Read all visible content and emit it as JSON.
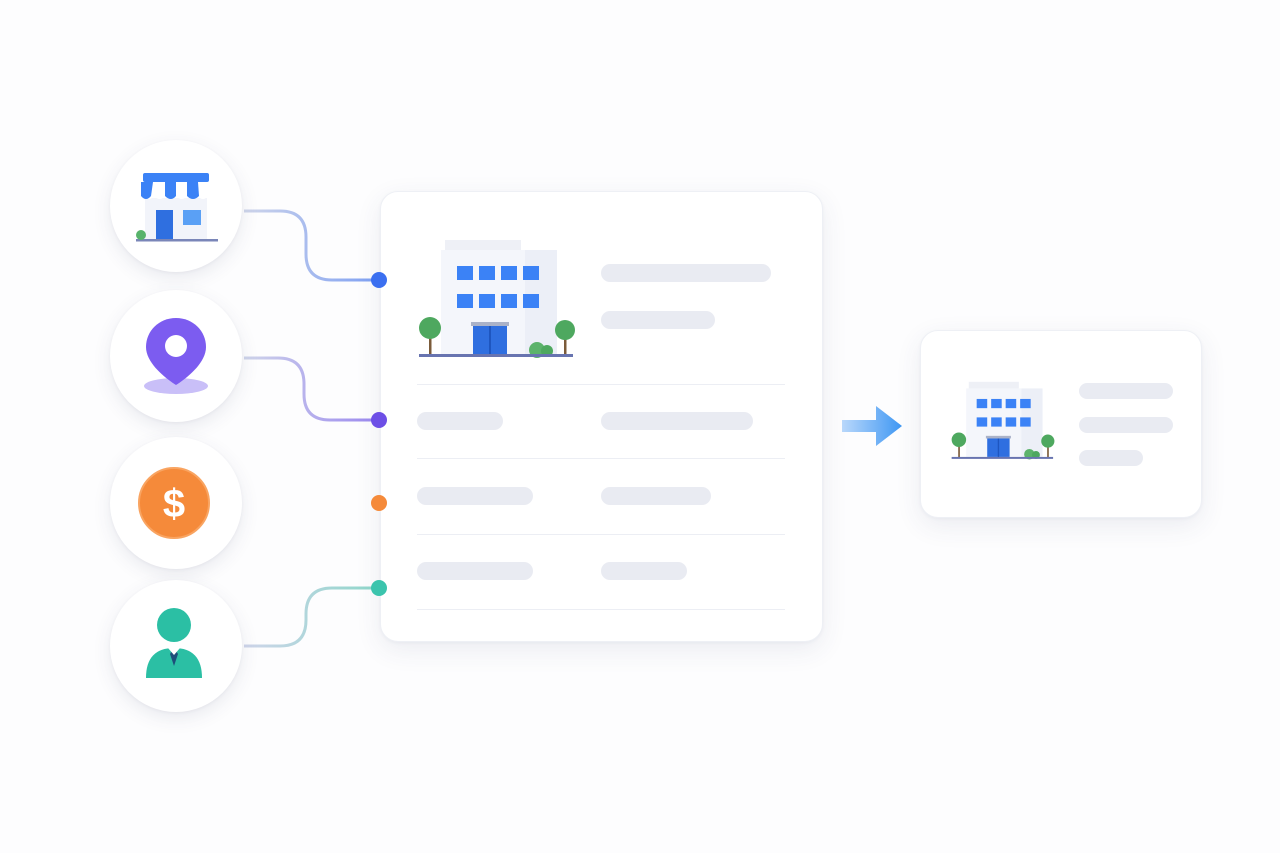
{
  "diagram": {
    "sources": [
      {
        "id": "store",
        "icon": "storefront-icon",
        "color": "#3b82f6"
      },
      {
        "id": "location",
        "icon": "location-pin-icon",
        "color": "#7c5cf0"
      },
      {
        "id": "price",
        "icon": "dollar-coin-icon",
        "color": "#f58a3a"
      },
      {
        "id": "person",
        "icon": "person-icon",
        "color": "#2bbfa4"
      }
    ],
    "colors": {
      "connector": "#c7cde4",
      "dot_store": "#3b6ff0",
      "dot_location": "#6d4fe6",
      "dot_price": "#f58a3a",
      "dot_person": "#3bc4ad",
      "arrow": "#4a9ff5",
      "skeleton": "#e9ebf2"
    },
    "main_card": {
      "icon": "office-building-icon"
    },
    "result_card": {
      "icon": "office-building-icon"
    },
    "flow_arrow": {
      "icon": "arrow-right-icon"
    }
  }
}
